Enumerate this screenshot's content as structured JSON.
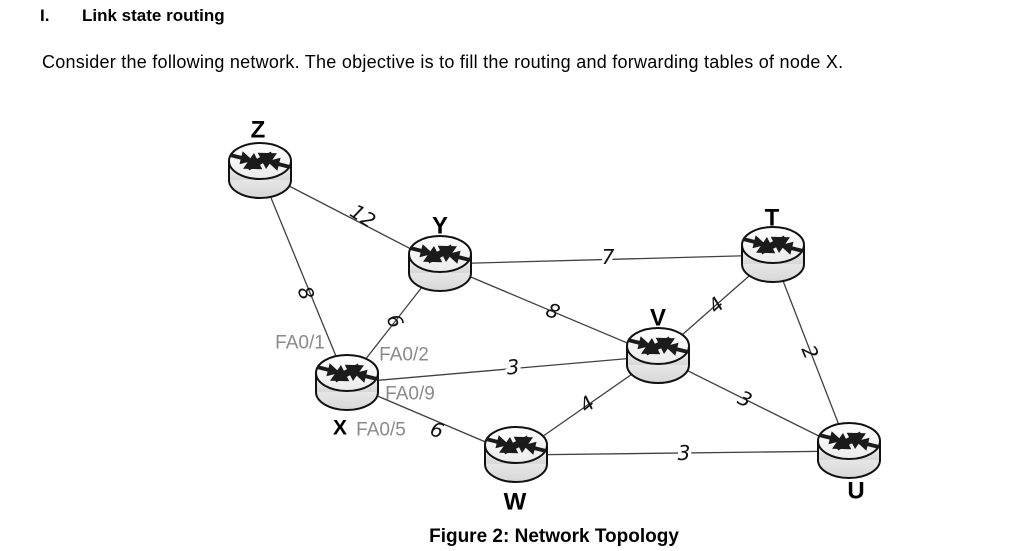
{
  "heading": {
    "numeral": "I.",
    "title": "Link state routing"
  },
  "intro": "Consider the following network. The objective is to fill the routing and forwarding tables of node X.",
  "figure": {
    "caption": "Figure 2: Network Topology",
    "colors": {
      "interface_label": "#8a8a8a",
      "edge_line": "#404040",
      "node_label": "#000000",
      "router_outline": "#111111"
    },
    "nodes": [
      {
        "id": "Z",
        "label": "Z"
      },
      {
        "id": "Y",
        "label": "Y"
      },
      {
        "id": "T",
        "label": "T"
      },
      {
        "id": "V",
        "label": "V"
      },
      {
        "id": "X",
        "label": "X"
      },
      {
        "id": "W",
        "label": "W"
      },
      {
        "id": "U",
        "label": "U"
      }
    ],
    "edges": [
      {
        "from": "Z",
        "to": "Y",
        "weight": "12"
      },
      {
        "from": "Z",
        "to": "X",
        "weight": "8"
      },
      {
        "from": "Y",
        "to": "T",
        "weight": "7"
      },
      {
        "from": "Y",
        "to": "V",
        "weight": "8"
      },
      {
        "from": "Y",
        "to": "X",
        "weight": "6"
      },
      {
        "from": "X",
        "to": "V",
        "weight": "3"
      },
      {
        "from": "X",
        "to": "W",
        "weight": "6"
      },
      {
        "from": "V",
        "to": "T",
        "weight": "4"
      },
      {
        "from": "V",
        "to": "W",
        "weight": "4"
      },
      {
        "from": "V",
        "to": "U",
        "weight": "3"
      },
      {
        "from": "T",
        "to": "U",
        "weight": "2"
      },
      {
        "from": "W",
        "to": "U",
        "weight": "3"
      }
    ],
    "interfaces": [
      {
        "node": "X",
        "toward": "Z",
        "label": "FA0/1"
      },
      {
        "node": "X",
        "toward": "Y",
        "label": "FA0/2"
      },
      {
        "node": "X",
        "toward": "V",
        "label": "FA0/9"
      },
      {
        "node": "X",
        "toward": "W",
        "label": "FA0/5"
      }
    ]
  }
}
